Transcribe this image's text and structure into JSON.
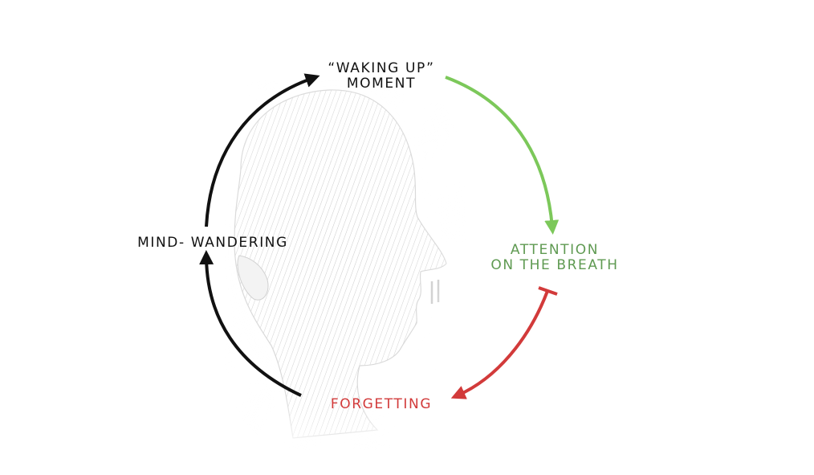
{
  "nodes": {
    "waking_up": {
      "line1": "“WAKING UP”",
      "line2": "MOMENT"
    },
    "attention": {
      "line1": "ATTENTION",
      "line2": "ON THE BREATH"
    },
    "forgetting": {
      "line1": "FORGETTING"
    },
    "mind_wandering": {
      "line1": "MIND- WANDERING"
    }
  },
  "illustration": {
    "subject": "head-profile-sketch"
  },
  "colors": {
    "neutral_arrow": "#111111",
    "attention_arrow": "#7cc85a",
    "attention_text": "#5f9a52",
    "forgetting": "#d23a3a",
    "sketch": "#c8c8c8"
  }
}
